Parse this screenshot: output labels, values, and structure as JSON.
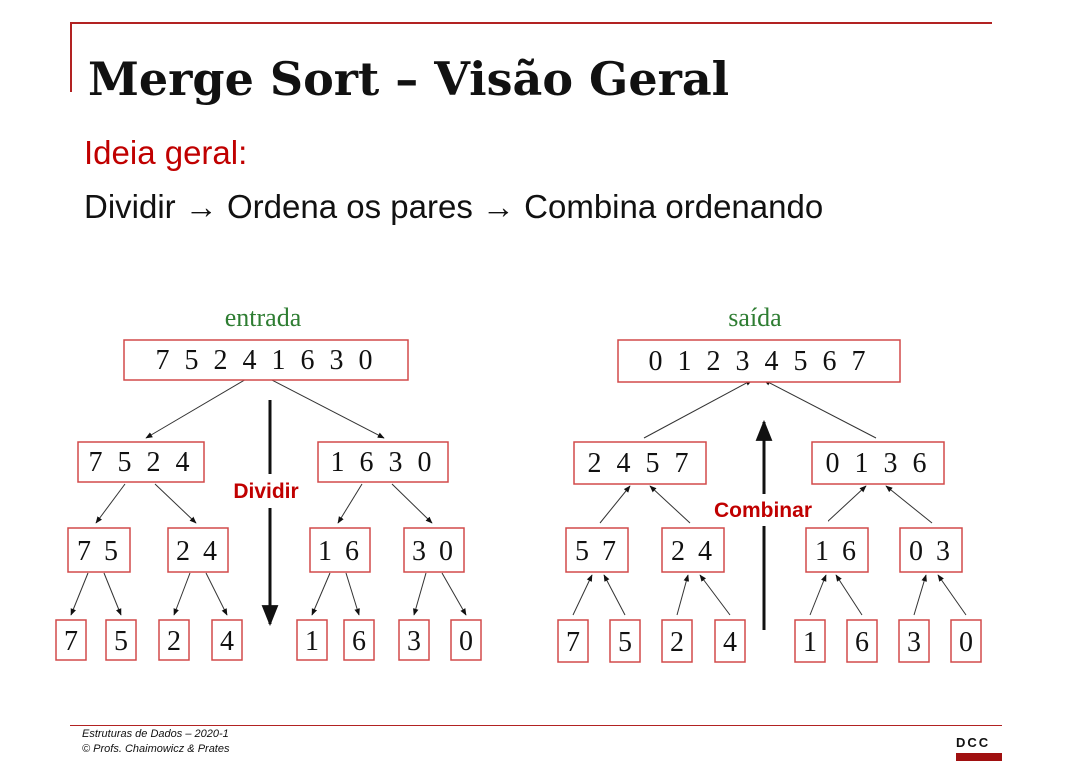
{
  "slide": {
    "title": "Merge Sort – Visão Geral",
    "subtitle": "Ideia geral:",
    "line": "Dividir → Ordena os pares → Combina ordenando"
  },
  "diagram": {
    "left": {
      "caption": "entrada",
      "arrow_label": "Dividir",
      "levels": [
        [
          "7 5 2 4 1 6 3 0"
        ],
        [
          "7 5 2 4",
          "1 6 3 0"
        ],
        [
          "7 5",
          "2 4",
          "1 6",
          "3 0"
        ],
        [
          "7",
          "5",
          "2",
          "4",
          "1",
          "6",
          "3",
          "0"
        ]
      ]
    },
    "right": {
      "caption": "saída",
      "arrow_label": "Combinar",
      "levels": [
        [
          "0 1 2 3 4 5 6 7"
        ],
        [
          "2 4 5 7",
          "0 1 3 6"
        ],
        [
          "5 7",
          "2 4",
          "1 6",
          "0 3"
        ],
        [
          "7",
          "5",
          "2",
          "4",
          "1",
          "6",
          "3",
          "0"
        ]
      ]
    },
    "colors": {
      "box_border": "#d24a4a",
      "caption": "#2e7d32",
      "label": "#c00000"
    }
  },
  "footer": {
    "course": "Estruturas de Dados – 2020-1",
    "authors": "© Profs. Chaimowicz & Prates",
    "logo": "DCC"
  }
}
